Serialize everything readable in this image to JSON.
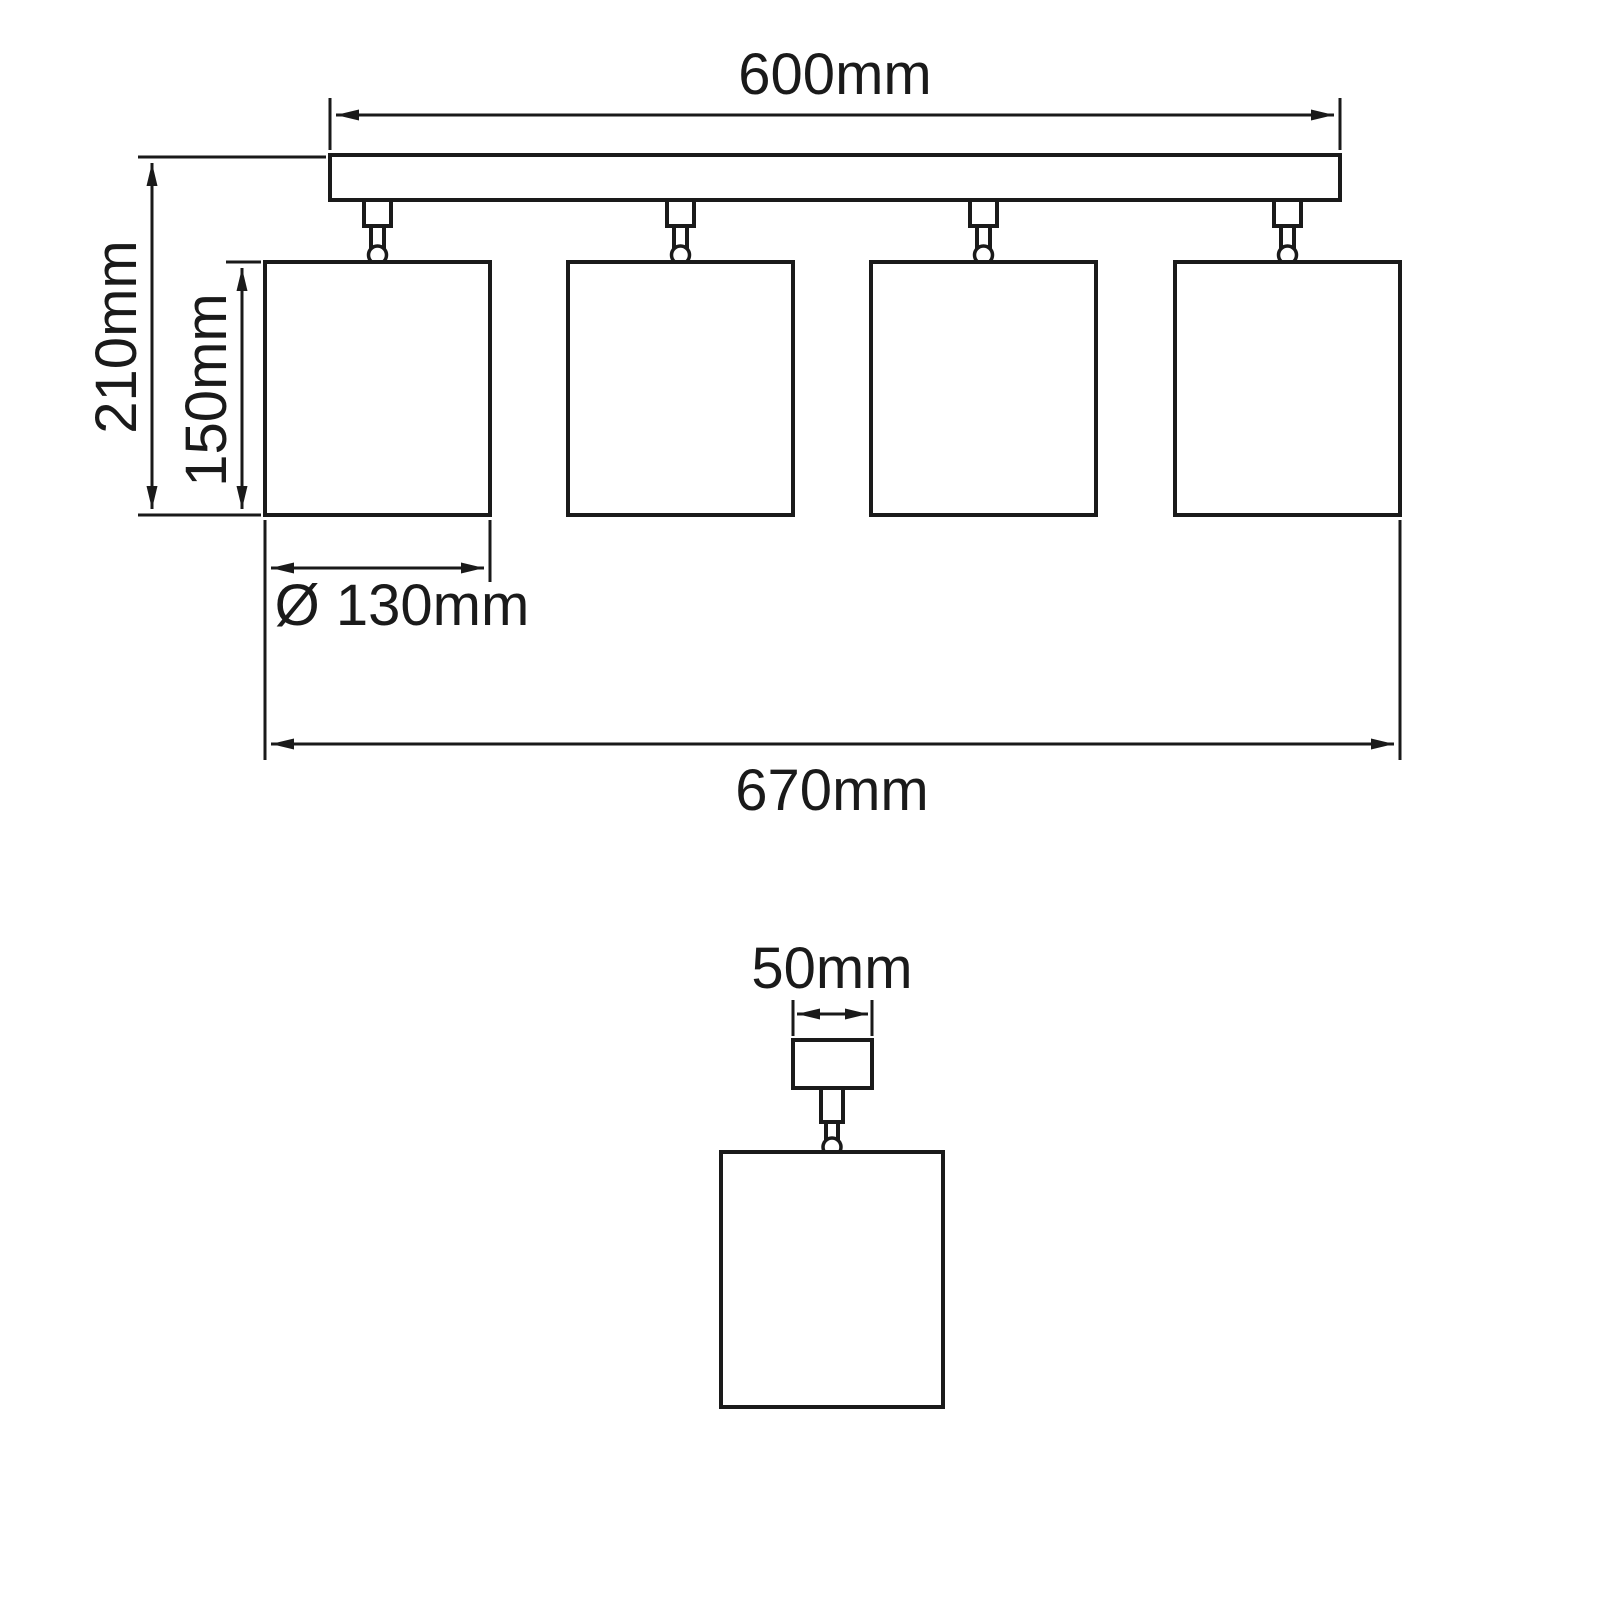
{
  "drawing": {
    "type": "technical-dimension-drawing",
    "subject": "four-spot ceiling light with cylindrical shades, front view and single-spot side view"
  },
  "dimensions": {
    "bar_width": "600mm",
    "overall_height": "210mm",
    "shade_height": "150mm",
    "shade_diameter": "Ø 130mm",
    "overall_width": "670mm",
    "canopy_width": "50mm"
  },
  "colors": {
    "line": "#1a1a1a",
    "background": "#ffffff"
  }
}
